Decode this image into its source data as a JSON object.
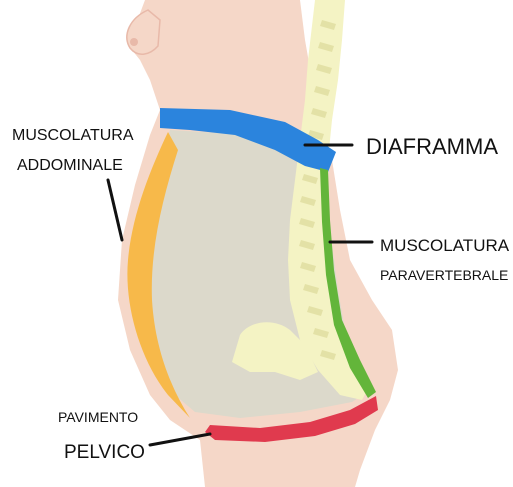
{
  "labels": {
    "abdominal_line1": "MUSCOLATURA",
    "abdominal_line2": "ADDOMINALE",
    "diaphragm": "DIAFRAMMA",
    "paravertebral_line1": "MUSCOLATURA",
    "paravertebral_line2": "PARAVERTEBRALE",
    "pelvic_line1": "PAVIMENTO",
    "pelvic_line2": "PELVICO"
  },
  "colors": {
    "skin": "#f5d7c8",
    "skin_shadow": "#e8b9a9",
    "abdomen_cavity": "#dcd9cb",
    "spine": "#f4f3c4",
    "spine_dark": "#e3e1a6",
    "diaphragm": "#2b84dd",
    "abdominal_muscle": "#f7b94a",
    "paravertebral_muscle": "#63b53a",
    "pelvic_floor": "#e03a4e",
    "leader_line": "#111111"
  }
}
